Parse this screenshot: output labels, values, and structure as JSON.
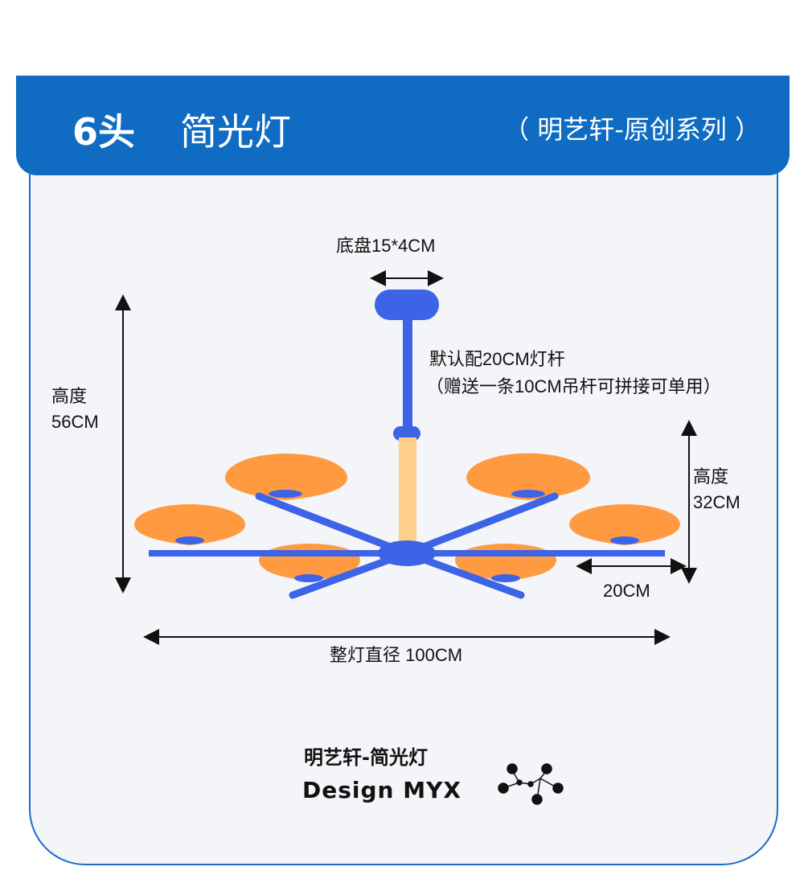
{
  "header": {
    "count_label": "6头",
    "product_name": "简光灯",
    "series_label": "（ 明艺轩-原创系列 ）"
  },
  "dimensions": {
    "base_label": "底盘15*4CM",
    "rod_label_1": "默认配20CM灯杆",
    "rod_label_2": "（赠送一条10CM吊杆可拼接可单用）",
    "height_total_1": "高度",
    "height_total_2": "56CM",
    "height_arm_1": "高度",
    "height_arm_2": "32CM",
    "arm_length": "20CM",
    "diameter": "整灯直径 100CM"
  },
  "brand": {
    "name_cn": "明艺轩-简光灯",
    "name_en": "Design MYX",
    "logo_icon": "molecule-logo-icon"
  },
  "colors": {
    "banner": "#0f6cc2",
    "lamp_arm": "#3d63e6",
    "shade": "#ff9a40",
    "rod": "#ffd08c"
  }
}
